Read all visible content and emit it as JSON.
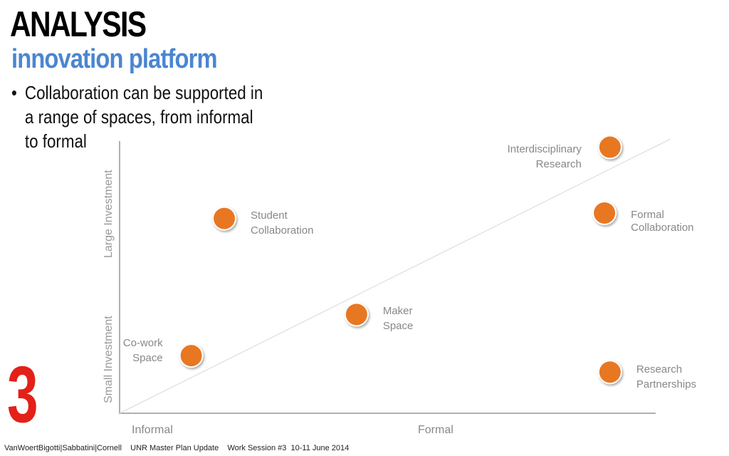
{
  "slide": {
    "title": "ANALYSIS",
    "subtitle": "innovation platform",
    "bullet": "Collaboration can be supported in a range of spaces, from informal to formal",
    "section_number": "3",
    "footer": "VanWoertBigotti|Sabbatini|Cornell    UNR Master Plan Update    Work Session #3  10-11 June 2014"
  },
  "colors": {
    "title": "#000000",
    "subtitle": "#4a86d0",
    "section_number": "#e32119",
    "point": "#e87722",
    "axis": "#b0b0b0",
    "labels": "#888888"
  },
  "chart_data": {
    "type": "scatter",
    "xlabel_low": "Informal",
    "xlabel_high": "Formal",
    "ylabel_low": "Small Investment",
    "ylabel_high": "Large Investment",
    "xlim": [
      0,
      1
    ],
    "ylim": [
      0,
      1
    ],
    "trend_line": [
      [
        0,
        0
      ],
      [
        1,
        1
      ]
    ],
    "points": [
      {
        "name": "Student Collaboration",
        "line1": "Student",
        "line2": "Collaboration",
        "x": 0.19,
        "y": 0.71
      },
      {
        "name": "Co-work Space",
        "line1": "Co-work",
        "line2": "Space",
        "x": 0.13,
        "y": 0.21
      },
      {
        "name": "Maker Space",
        "line1": "Maker",
        "line2": "Space",
        "x": 0.43,
        "y": 0.36
      },
      {
        "name": "Interdisciplinary Research",
        "line1": "Interdisciplinary",
        "line2": "Research",
        "x": 0.89,
        "y": 0.97
      },
      {
        "name": "Formal Collaboration",
        "line1": "Formal",
        "line2": "Collaboration",
        "x": 0.88,
        "y": 0.73
      },
      {
        "name": "Research Partnerships",
        "line1": "Research",
        "line2": "Partnerships",
        "x": 0.89,
        "y": 0.15
      }
    ]
  }
}
